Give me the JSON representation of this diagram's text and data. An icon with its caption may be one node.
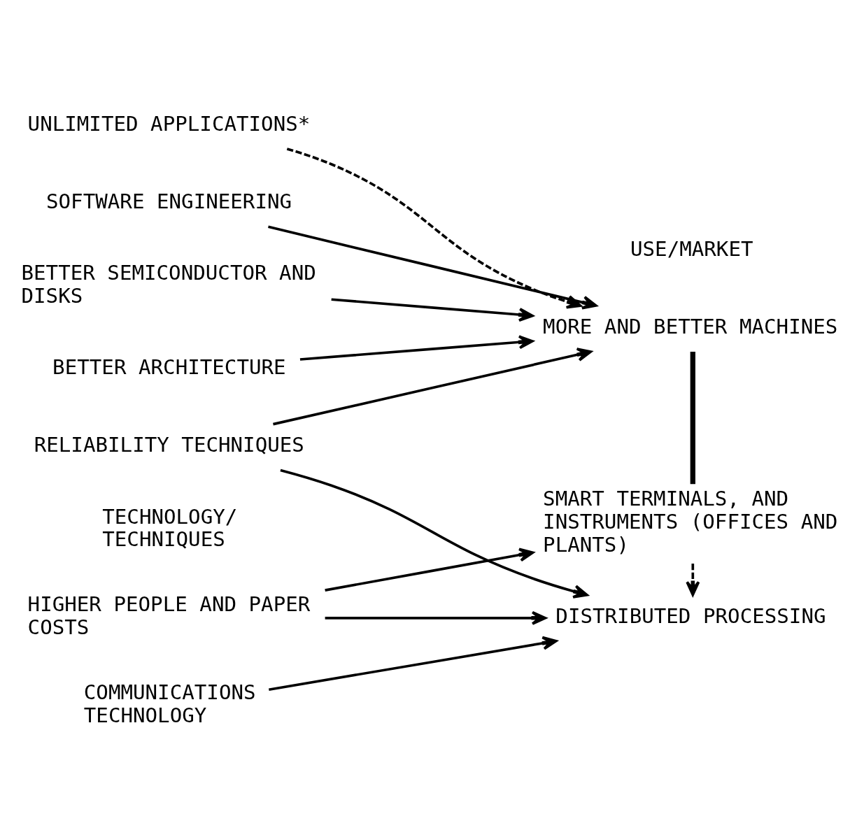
{
  "diagram": {
    "nodes": [
      {
        "text": [
          "UNLIMITED APPLICATIONS*"
        ]
      },
      {
        "text": [
          "SOFTWARE ENGINEERING"
        ]
      },
      {
        "text": [
          "BETTER SEMICONDUCTOR AND DISKS"
        ]
      },
      {
        "text": [
          "BETTER ARCHITECTURE"
        ]
      },
      {
        "text": [
          "HIGHER PEOPLE AND PAPER COSTS"
        ]
      },
      {
        "text": [
          "COMMUNICATIONS TECHNOLOGY"
        ]
      },
      {
        "text": [
          "RELIABILITY TECHNIQUES"
        ]
      },
      {
        "text": [
          "MORE AND BETTER MACHINES"
        ]
      },
      {
        "text": [
          "SMART TERMINALS, AND INSTRUMENTS (OFFICES AND PLANTS)"
        ]
      },
      {
        "text": [
          "DISTRIBUTED PROCESSING"
        ]
      }
    ],
    "edges": [
      {
        "from": 0,
        "to": 7,
        "arrow": "to",
        "style": "dashed"
      },
      {
        "from": 1,
        "to": 7,
        "arrow": "to"
      },
      {
        "from": 2,
        "to": 7,
        "arrow": "to"
      },
      {
        "from": 3,
        "to": 7,
        "arrow": "to"
      },
      {
        "from": 4,
        "to": 8,
        "arrow": "to"
      },
      {
        "from": 4,
        "to": 9,
        "arrow": "to"
      },
      {
        "from": 7,
        "to": 8,
        "arrow": "none",
        "style": "thick"
      },
      {
        "from": 8,
        "to": 9,
        "arrow": "to",
        "style": "dashed"
      },
      {
        "from": 5,
        "to": 9,
        "arrow": "to"
      },
      {
        "from": 6,
        "to": 7,
        "arrow": "to"
      },
      {
        "from": 6,
        "to": 9,
        "arrow": "to"
      }
    ],
    "labels": [
      "TECHNOLOGY/ TECHNIQUES",
      "USE/MARKET"
    ]
  }
}
